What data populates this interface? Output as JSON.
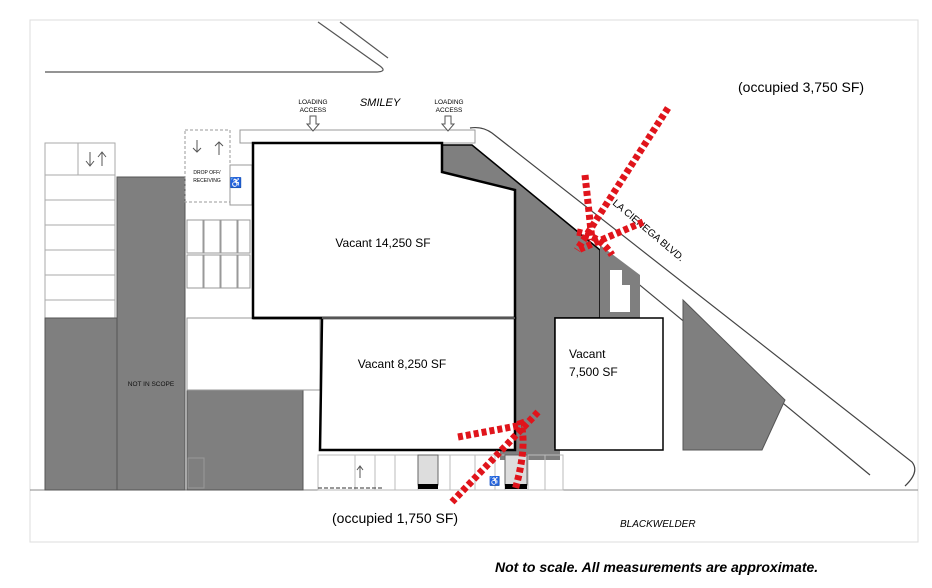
{
  "labels": {
    "street_top": "SMILEY",
    "street_bottom": "BLACKWELDER",
    "street_diagonal": "LA CIENEGA BLVD.",
    "loading_left": [
      "LOADING",
      "ACCESS"
    ],
    "loading_right": [
      "LOADING",
      "ACCESS"
    ],
    "drop_off": [
      "DROP OFF/",
      "RECEIVING"
    ],
    "not_in_scope": "NOT IN SCOPE",
    "occupied_top": "(occupied 3,750 SF)",
    "occupied_bottom": "(occupied 1,750 SF)",
    "footnote": "Not to scale. All measurements are approximate."
  },
  "spaces": [
    {
      "label": "Vacant 14,250 SF",
      "status": "vacant"
    },
    {
      "label": "Vacant 8,250 SF",
      "status": "vacant"
    },
    {
      "label_lines": [
        "Vacant",
        "7,500 SF"
      ],
      "status": "vacant"
    }
  ],
  "colors": {
    "occupied_fill": "#7f7f7f",
    "marker": "#e0141b",
    "outline": "#000000"
  }
}
